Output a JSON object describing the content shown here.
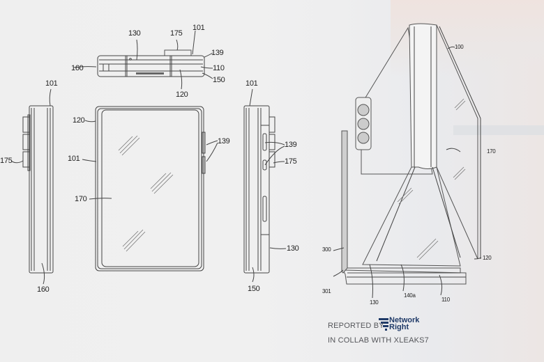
{
  "figure": {
    "top_view": {
      "labels": {
        "l130": "130",
        "l175": "175",
        "l101": "101",
        "l139": "139",
        "l160": "160",
        "l110": "110",
        "l150": "150",
        "l120": "120"
      }
    },
    "left_side_view": {
      "labels": {
        "l101": "101",
        "l175": "175",
        "l160": "160"
      }
    },
    "front_view": {
      "labels": {
        "l120": "120",
        "l101": "101",
        "l170": "170",
        "l139": "139"
      }
    },
    "right_side_view": {
      "labels": {
        "l101": "101",
        "l139": "139",
        "l175": "175",
        "l130": "130",
        "l150": "150"
      }
    },
    "perspective_view": {
      "labels": {
        "l100": "100",
        "l170": "170",
        "l300": "300",
        "l301": "301",
        "l130": "130",
        "l140a": "140a",
        "l110": "110",
        "l120": "120"
      }
    }
  },
  "credits": {
    "reported_by": "REPORTED BY",
    "brand_line1": "Network",
    "brand_line2": "Right",
    "collab": "IN COLLAB WITH XLEAKS7",
    "brand_color": "#1f3a68"
  }
}
